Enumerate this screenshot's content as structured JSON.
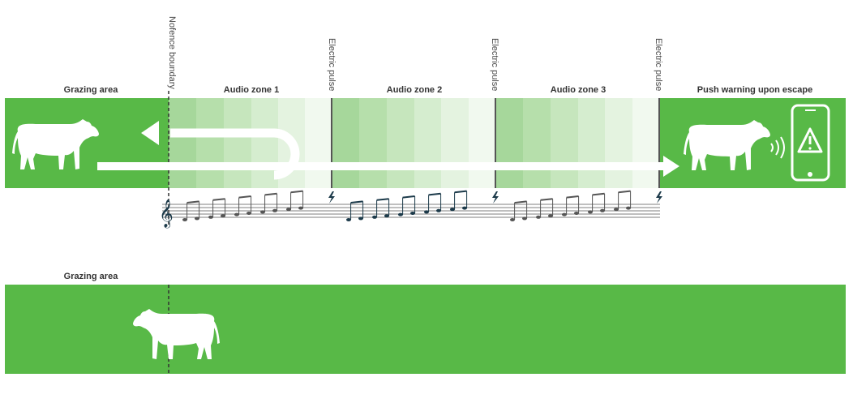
{
  "top_panel": {
    "grazing_label": "Grazing area",
    "boundary_label": "Nofence boundary",
    "zones": [
      {
        "label": "Audio zone 1"
      },
      {
        "label": "Audio zone 2"
      },
      {
        "label": "Audio zone 3"
      }
    ],
    "pulse_label": "Electric pulse",
    "warning_label": "Push warning upon escape"
  },
  "bottom_panel": {
    "grazing_label": "Grazing area"
  },
  "colors": {
    "field_green": "#58b947",
    "zone_shades": [
      "#a6d79b",
      "#b6dfab",
      "#c6e6bd",
      "#d5edcf",
      "#e4f3e0",
      "#f1f9ef"
    ],
    "music_dark": "#1c3a4a",
    "pulse_line": "#555555"
  },
  "icons": [
    "cow-icon",
    "smartphone-warning-icon",
    "signal-waves-icon",
    "lightning-icon",
    "treble-clef-icon",
    "music-notes-icon",
    "return-arrow-icon",
    "forward-arrow-icon"
  ]
}
